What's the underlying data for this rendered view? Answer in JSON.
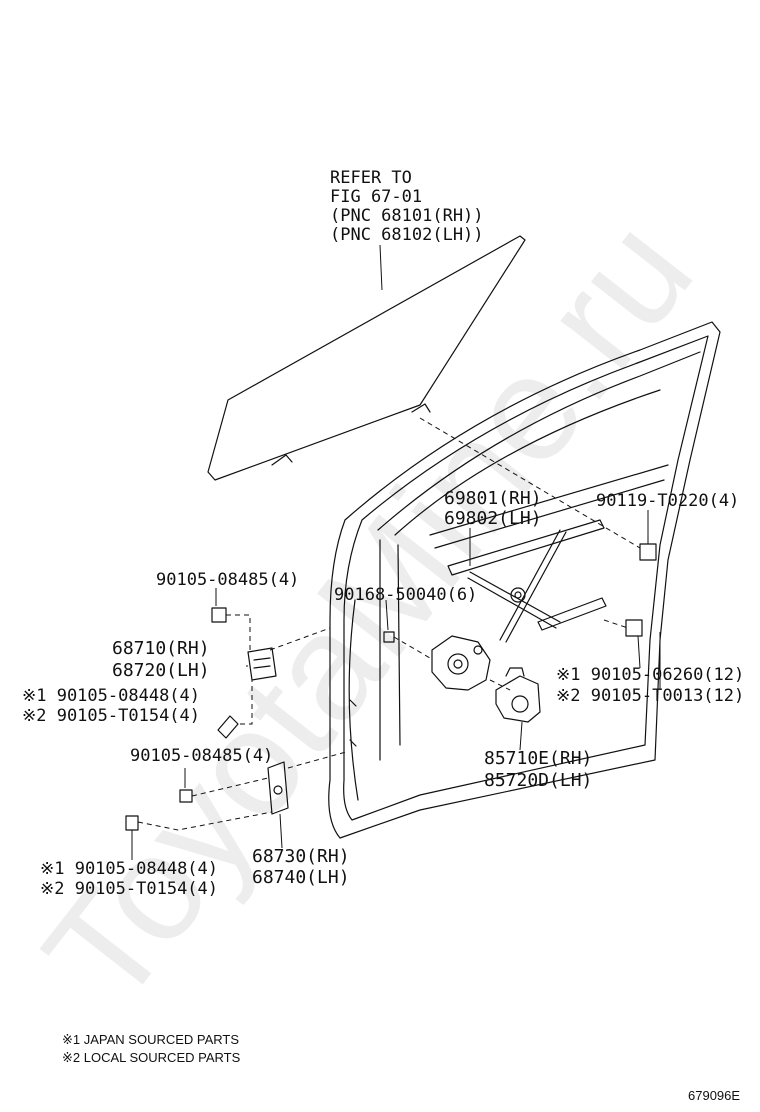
{
  "watermark": "ToyotaMine.ru",
  "refer": {
    "line1": "REFER TO",
    "line2": "FIG 67-01",
    "line3": "(PNC 68101(RH))",
    "line4": "(PNC 68102(LH))"
  },
  "parts": {
    "p69801": "69801(RH)",
    "p69802": "69802(LH)",
    "p90119": "90119-T0220(4)",
    "p90105_08485_top": "90105-08485(4)",
    "p90168": "90168-50040(6)",
    "p68710": "68710(RH)",
    "p68720": "68720(LH)",
    "p90105_08448_a": "※1 90105-08448(4)",
    "p90105_T0154_a": "※2 90105-T0154(4)",
    "p90105_06260": "※1 90105-06260(12)",
    "p90105_T0013": "※2 90105-T0013(12)",
    "p90105_08485_mid": "90105-08485(4)",
    "p85710E": "85710E(RH)",
    "p85720D": "85720D(LH)",
    "p68730": "68730(RH)",
    "p68740": "68740(LH)",
    "p90105_08448_b": "※1 90105-08448(4)",
    "p90105_T0154_b": "※2 90105-T0154(4)"
  },
  "notes": {
    "note1": "※1 JAPAN SOURCED PARTS",
    "note2": "※2 LOCAL SOURCED PARTS"
  },
  "figure_code": "679096E"
}
